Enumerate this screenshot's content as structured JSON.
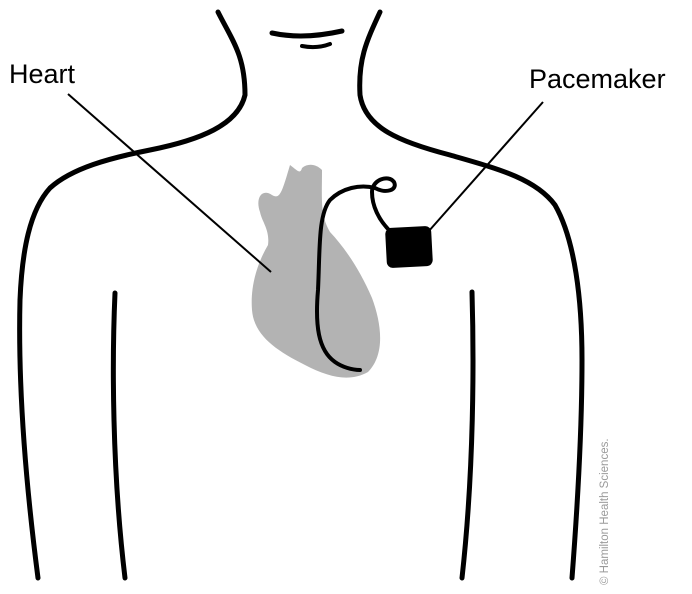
{
  "labels": {
    "heart": "Heart",
    "pacemaker": "Pacemaker"
  },
  "copyright": "© Hamilton Health Sciences.",
  "colors": {
    "outline": "#000000",
    "heart_fill": "#b3b3b3",
    "pacemaker_fill": "#000000",
    "copyright_text": "#9a9a9a"
  }
}
